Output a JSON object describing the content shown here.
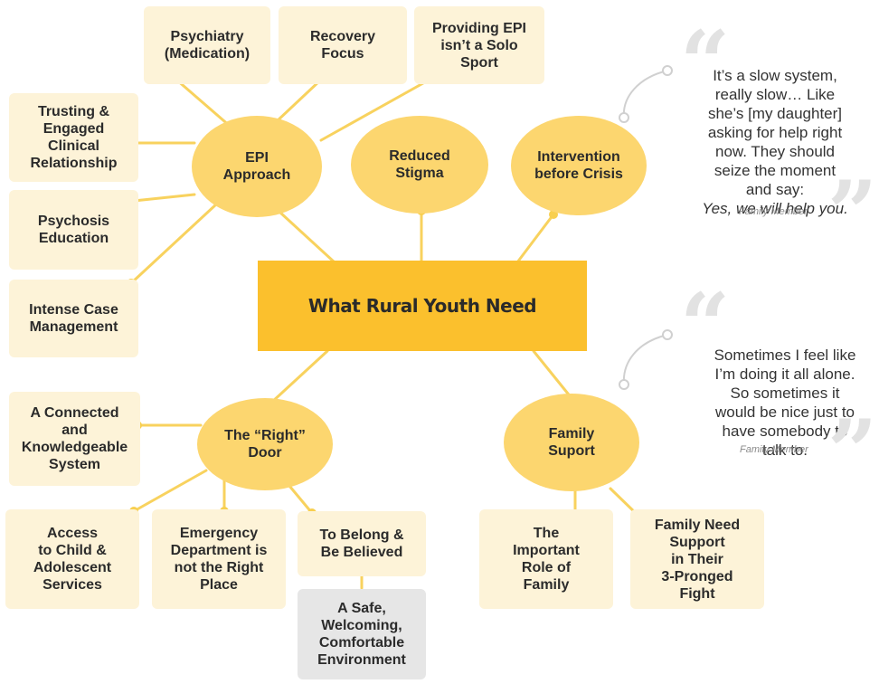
{
  "center": {
    "label": "What Rural Youth Need"
  },
  "bubbles": {
    "epi_approach": "EPI\nApproach",
    "reduced_stigma": "Reduced\nStigma",
    "intervention": "Intervention\nbefore Crisis",
    "right_door": "The “Right”\nDoor",
    "family_support": "Family\nSuport"
  },
  "boxes": {
    "psychiatry": "Psychiatry\n(Medication)",
    "recovery": "Recovery\nFocus",
    "providing_epi": "Providing EPI\nisn’t a Solo\nSport",
    "trusting": "Trusting &\nEngaged\nClinical\nRelationship",
    "psychosis_education": "Psychosis\nEducation",
    "intense_case": "Intense Case\nManagement",
    "connected_system": "A Connected\nand\nKnowledgeable\nSystem",
    "access_services": "Access\nto Child &\nAdolescent\nServices",
    "emergency_dept": "Emergency\nDepartment is\nnot the Right\nPlace",
    "belong_believed": "To Belong &\nBe Believed",
    "safe_environment": "A Safe,\nWelcoming,\nComfortable\nEnvironment",
    "important_role": "The\nImportant\nRole of\nFamily",
    "family_need": "Family Need\nSupport\nin Their\n3-Pronged\nFight"
  },
  "quotes": [
    {
      "text": "It’s a slow system,\nreally slow… Like\nshe’s [my daughter]\nasking for help right\nnow. They should\nseize the moment\nand say:",
      "emphasis": "Yes, we will help you.",
      "attribution": "Family Member"
    },
    {
      "text": "Sometimes I feel like\nI’m doing it all alone.\nSo sometimes it\nwould be nice just to\nhave somebody to\ntalk to.",
      "emphasis": "",
      "attribution": "Family Member"
    }
  ],
  "colors": {
    "center_fill": "#fbc02d",
    "bubble_fill": "#fcd66f",
    "box_fill": "#fdf3d8",
    "gray_box_fill": "#e6e6e6",
    "connector": "#f8d25e"
  }
}
